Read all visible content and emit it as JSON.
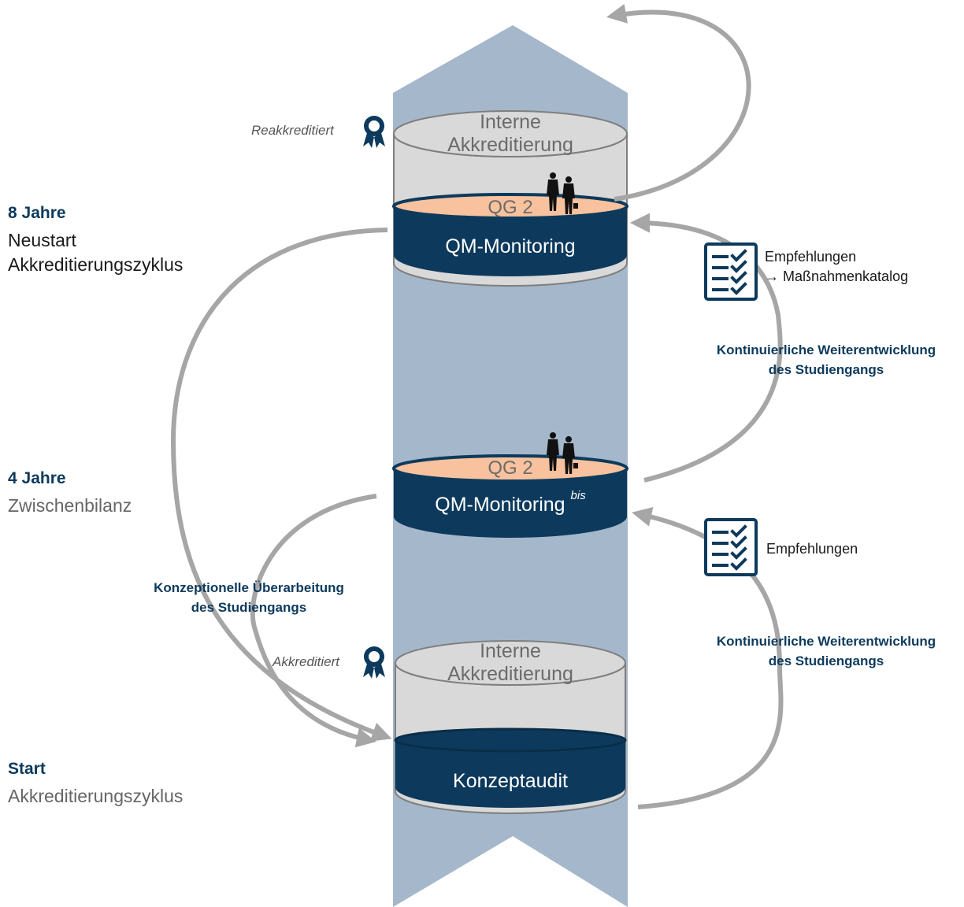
{
  "phases": {
    "eight_years": {
      "title": "8 Jahre",
      "line1": "Neustart",
      "line2": "Akkreditierungszyklus"
    },
    "four_years": {
      "title": "4 Jahre",
      "line1": "Zwischenbilanz"
    },
    "start": {
      "title": "Start",
      "line1": "Akkreditierungszyklus"
    }
  },
  "top_cylinder": {
    "line1": "Interne",
    "line2": "Akkreditierung",
    "note": "Reakkreditiert"
  },
  "top_disc": {
    "qg_label": "QG 2",
    "label": "QM-Monitoring"
  },
  "mid_disc": {
    "qg_label": "QG 2",
    "label": "QM-Monitoring",
    "suffix": "bis"
  },
  "bottom_cylinder": {
    "line1": "Interne",
    "line2": "Akkreditierung",
    "note": "Akkreditiert",
    "label": "Konzeptaudit"
  },
  "recommendations_top": {
    "line1": "Empfehlungen",
    "line2": "→ Maßnahmenkatalog"
  },
  "recommendations_bottom": {
    "line1": "Empfehlungen"
  },
  "continuous_top": {
    "line1": "Kontinuierliche Weiterentwicklung",
    "line2": "des Studiengangs"
  },
  "continuous_bottom": {
    "line1": "Kontinuierliche Weiterentwicklung",
    "line2": "des Studiengangs"
  },
  "conceptual": {
    "line1": "Konzeptionelle Überarbeitung",
    "line2": "des Studiengangs"
  },
  "icons": [
    "award-ribbon-icon",
    "checklist-icon",
    "business-people-icon"
  ],
  "colors": {
    "navy": "#0d3a5c",
    "arrow_gray": "#a6a6a6",
    "band_blue": "#a4b7cb",
    "peach": "#f7c29d",
    "cylinder_gray": "#d9d9d9"
  }
}
